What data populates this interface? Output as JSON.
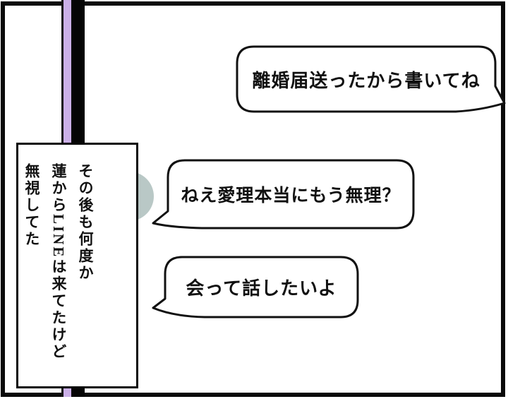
{
  "panel": {
    "background_color": "#ffffff",
    "frame_color": "#0a0a0a",
    "stripe": {
      "lavender_color": "#cbb0e8",
      "black_color": "#050505"
    }
  },
  "narration": {
    "text": "その後も何度か\n蓮からLINEは来てたけど\n無視してた"
  },
  "chat": {
    "avatar_color": "#b9c8c6",
    "sent_message": "離婚届送ったから書いてね",
    "received_message_1": "ねえ愛理本当にもう無理？",
    "received_message_2": "会って話したいよ"
  }
}
